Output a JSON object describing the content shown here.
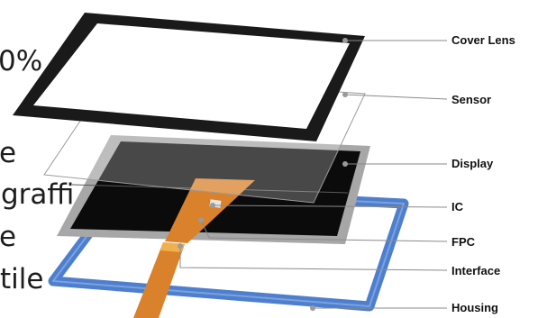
{
  "background_text": [
    "0%",
    "e",
    "graffi",
    "e",
    "tile"
  ],
  "labels": {
    "cover_lens": "Cover Lens",
    "sensor": "Sensor",
    "display": "Display",
    "ic": "IC",
    "fpc": "FPC",
    "interface": "Interface",
    "housing": "Housing"
  },
  "colors": {
    "cover_frame": "#1a1a1a",
    "sensor_fill": "#cfcfcf",
    "display_frame": "#a7a7a7",
    "display_screen": "#0b0b0b",
    "fpc": "#d9822b",
    "housing": "#4e7fce",
    "leader_line": "#8a8a8a"
  }
}
